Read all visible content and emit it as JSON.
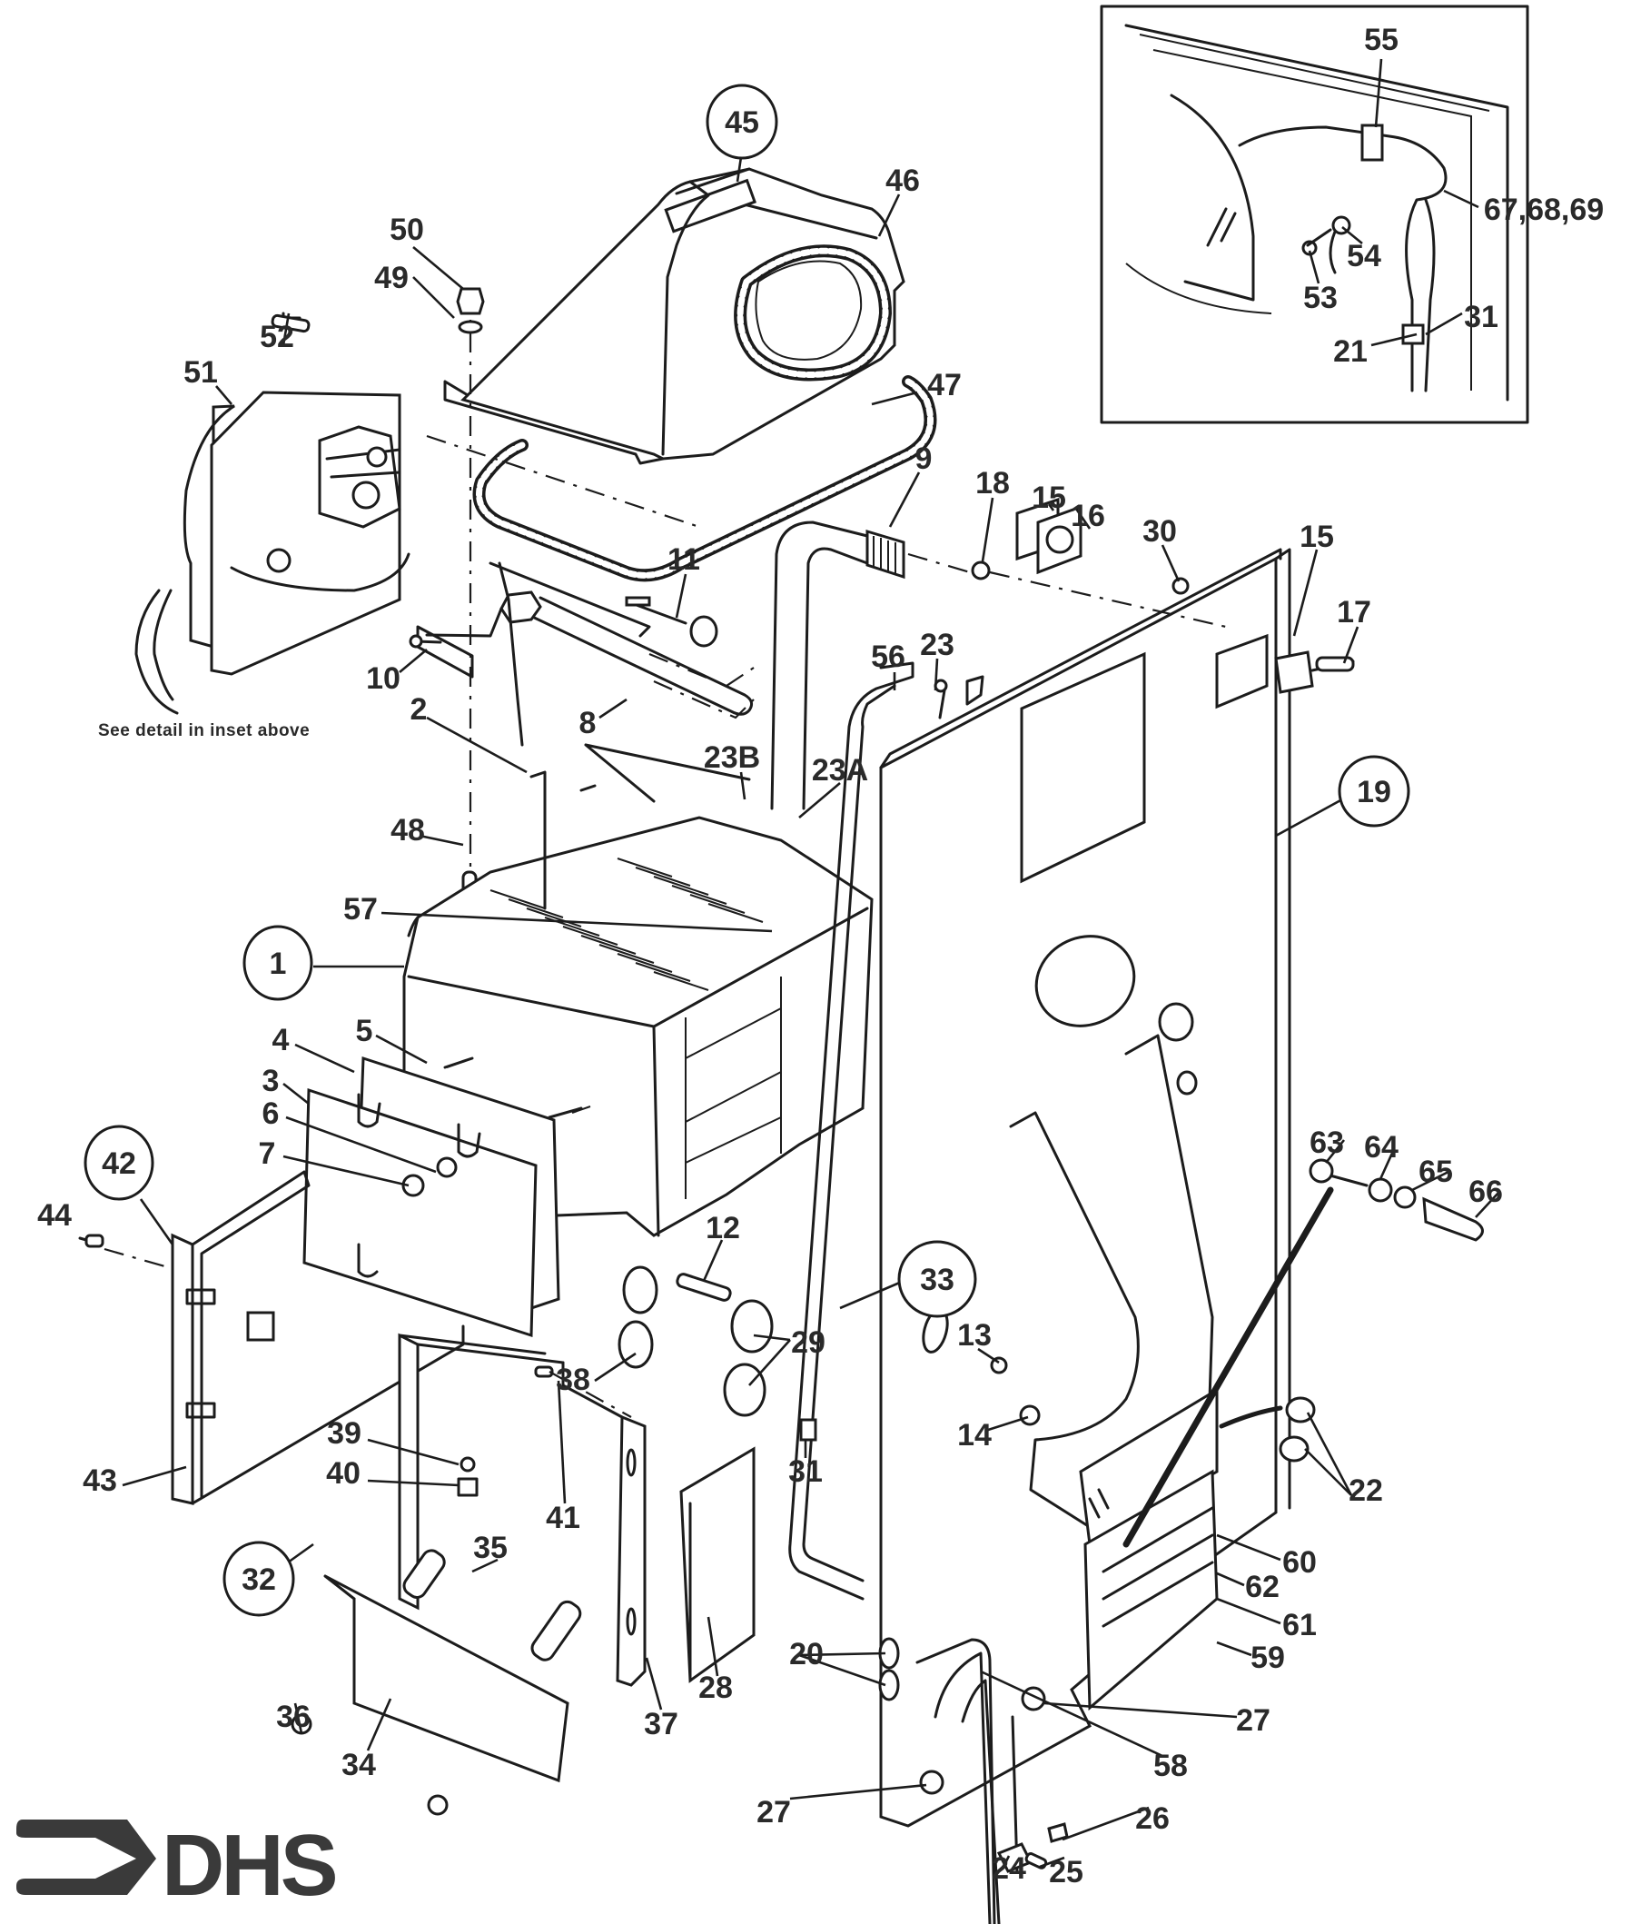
{
  "document": {
    "type": "exploded parts diagram",
    "note": "See detail in inset above",
    "brand_logo": "DHS"
  },
  "callouts": {
    "assemblies": [
      "1",
      "19",
      "32",
      "33",
      "42",
      "45"
    ],
    "main": [
      {
        "id": "45",
        "circled": true
      },
      {
        "id": "46"
      },
      {
        "id": "47"
      },
      {
        "id": "50"
      },
      {
        "id": "49"
      },
      {
        "id": "52"
      },
      {
        "id": "51"
      },
      {
        "id": "9"
      },
      {
        "id": "18"
      },
      {
        "id": "15"
      },
      {
        "id": "16"
      },
      {
        "id": "30"
      },
      {
        "id": "15"
      },
      {
        "id": "17"
      },
      {
        "id": "11"
      },
      {
        "id": "10"
      },
      {
        "id": "56"
      },
      {
        "id": "23"
      },
      {
        "id": "2"
      },
      {
        "id": "8"
      },
      {
        "id": "23B"
      },
      {
        "id": "23A"
      },
      {
        "id": "19",
        "circled": true
      },
      {
        "id": "48"
      },
      {
        "id": "57"
      },
      {
        "id": "1",
        "circled": true
      },
      {
        "id": "5"
      },
      {
        "id": "4"
      },
      {
        "id": "3"
      },
      {
        "id": "6"
      },
      {
        "id": "7"
      },
      {
        "id": "42",
        "circled": true
      },
      {
        "id": "44"
      },
      {
        "id": "63"
      },
      {
        "id": "64"
      },
      {
        "id": "65"
      },
      {
        "id": "66"
      },
      {
        "id": "12"
      },
      {
        "id": "33",
        "circled": true
      },
      {
        "id": "29"
      },
      {
        "id": "13"
      },
      {
        "id": "38"
      },
      {
        "id": "14"
      },
      {
        "id": "39"
      },
      {
        "id": "31"
      },
      {
        "id": "40"
      },
      {
        "id": "43"
      },
      {
        "id": "41"
      },
      {
        "id": "22"
      },
      {
        "id": "60"
      },
      {
        "id": "62"
      },
      {
        "id": "61"
      },
      {
        "id": "59"
      },
      {
        "id": "35"
      },
      {
        "id": "32",
        "circled": true
      },
      {
        "id": "20"
      },
      {
        "id": "28"
      },
      {
        "id": "27"
      },
      {
        "id": "37"
      },
      {
        "id": "36"
      },
      {
        "id": "58"
      },
      {
        "id": "34"
      },
      {
        "id": "27"
      },
      {
        "id": "26"
      },
      {
        "id": "24"
      },
      {
        "id": "25"
      }
    ],
    "inset": [
      {
        "id": "55"
      },
      {
        "id": "67,68,69"
      },
      {
        "id": "54"
      },
      {
        "id": "53"
      },
      {
        "id": "31"
      },
      {
        "id": "21"
      }
    ]
  }
}
